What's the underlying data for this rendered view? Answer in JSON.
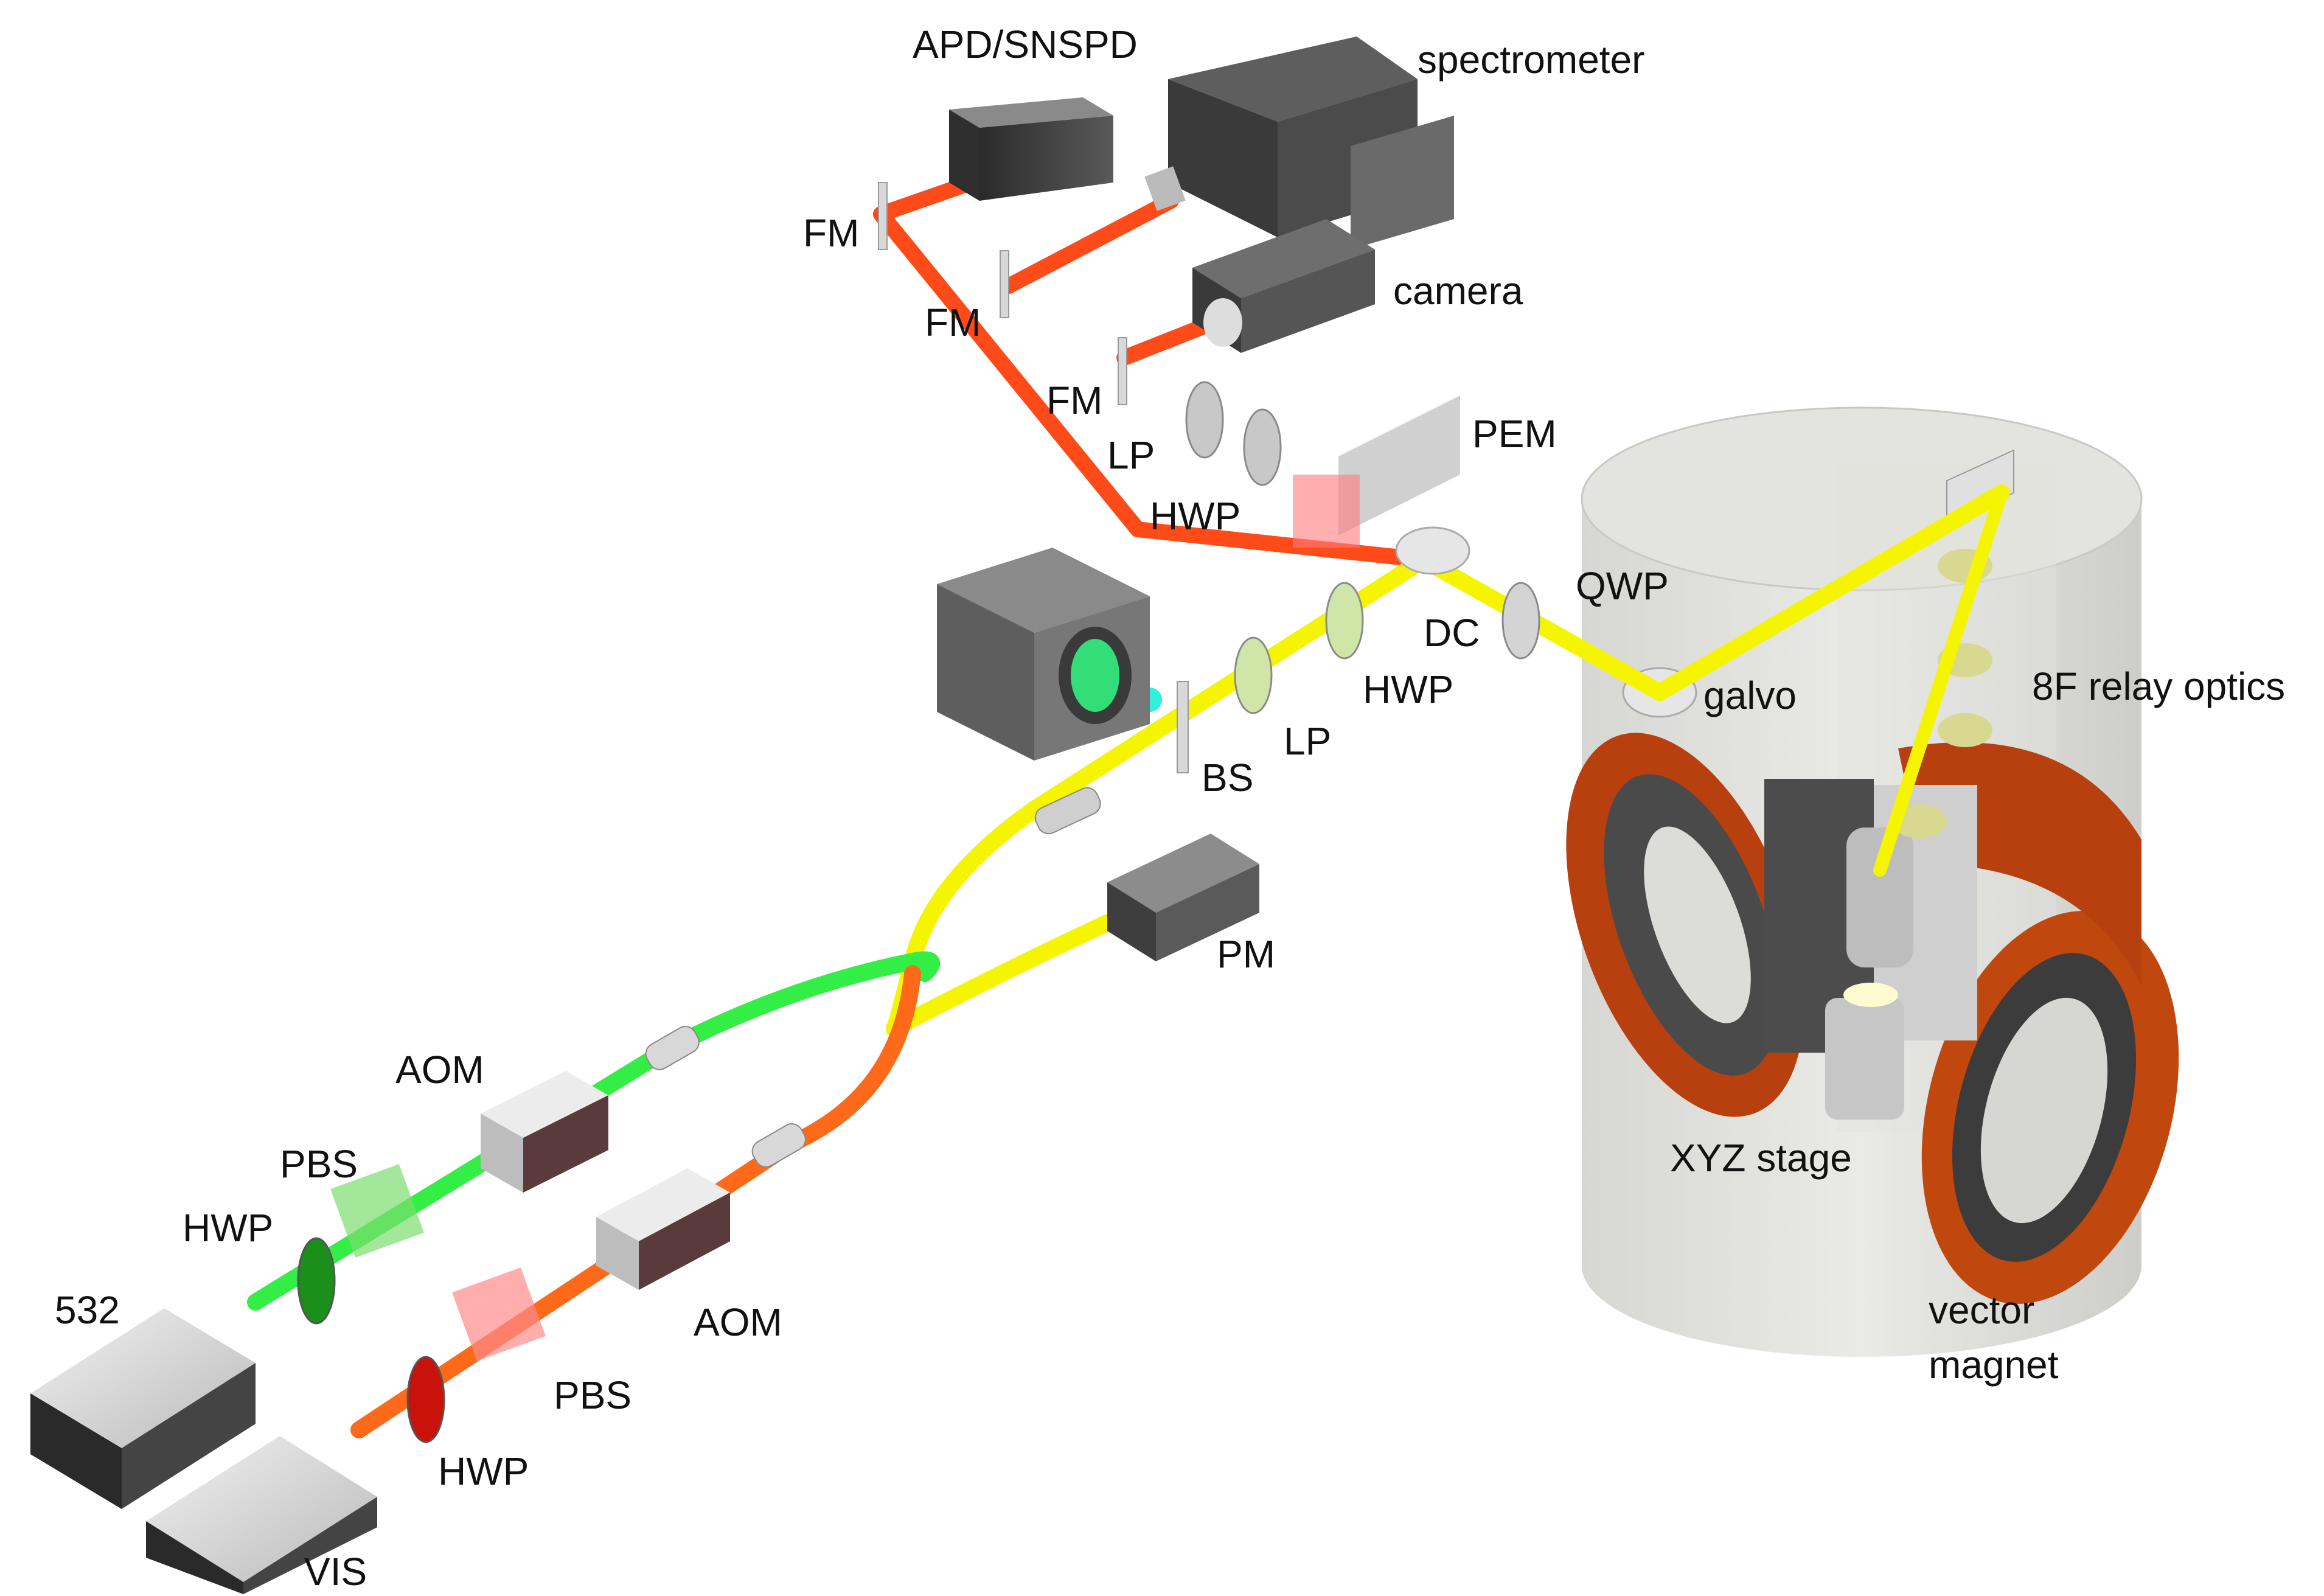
{
  "labels": {
    "apd": "APD/SNSPD",
    "spectrometer": "spectrometer",
    "fm1": "FM",
    "fm2": "FM",
    "fm3": "FM",
    "camera": "camera",
    "lp_top": "LP",
    "hwp_top": "HWP",
    "pem": "PEM",
    "qwp": "QWP",
    "dc": "DC",
    "hwp_mid": "HWP",
    "lp_mid": "LP",
    "bs": "BS",
    "galvo": "galvo",
    "relay": "8F relay optics",
    "pm": "PM",
    "aom_green": "AOM",
    "pbs_green": "PBS",
    "hwp_green": "HWP",
    "laser_532": "532",
    "aom_red": "AOM",
    "pbs_red": "PBS",
    "hwp_red": "HWP",
    "laser_vis": "VIS",
    "xyz": "XYZ stage",
    "vector_l1": "vector",
    "vector_l2": "magnet"
  },
  "colors": {
    "red_beam": "#ff4a1a",
    "yellow_beam": "#f5f500",
    "green_beam": "#33ee44",
    "orange_beam": "#ff6a1a",
    "cyan_beam": "#33eedd",
    "coil": "#b8400f"
  }
}
